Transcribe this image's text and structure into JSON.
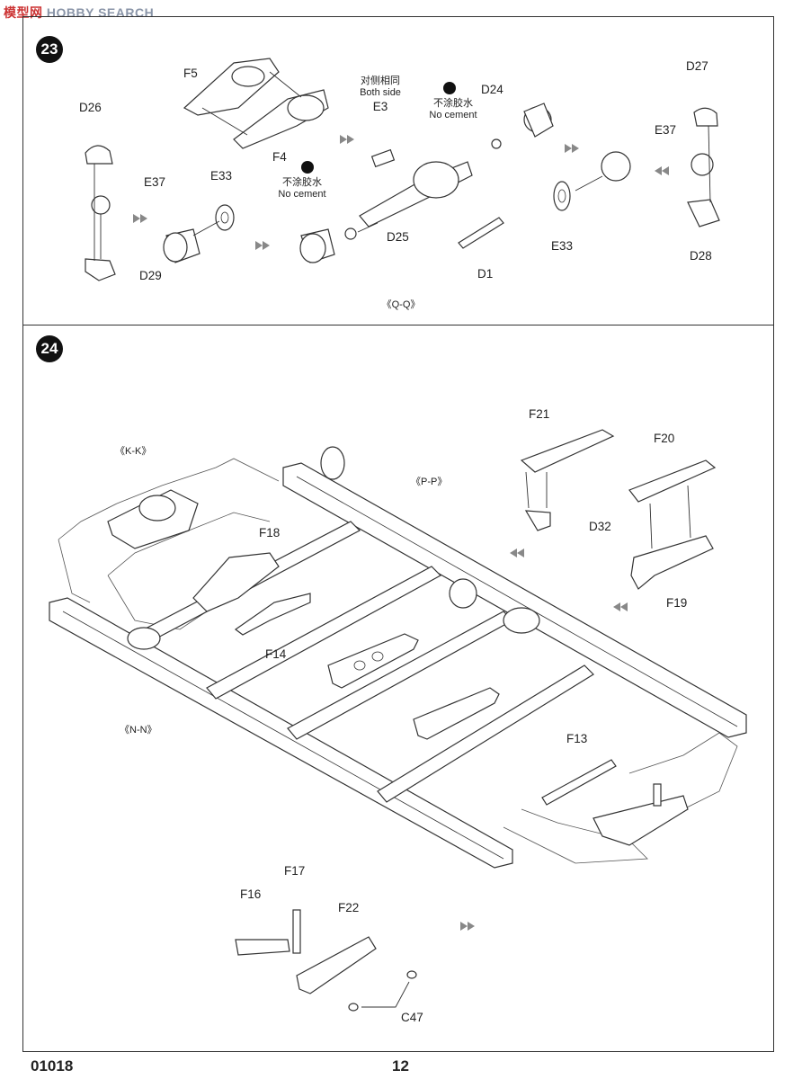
{
  "watermark": {
    "cn": "模型网",
    "en": "HOBBY SEARCH"
  },
  "steps": [
    {
      "number": "23",
      "view_label": "《Q-Q》",
      "notes": {
        "both_side_cn": "对侧相同",
        "both_side_en": "Both side",
        "no_cement_cn": "不涂胶水",
        "no_cement_en": "No cement"
      },
      "parts": [
        "F5",
        "F4",
        "D26",
        "E37",
        "E33",
        "D29",
        "E3",
        "D25",
        "D1",
        "D24",
        "E33",
        "D27",
        "E37",
        "D28"
      ]
    },
    {
      "number": "24",
      "view_labels": [
        "《K-K》",
        "《P-P》",
        "《N-N》"
      ],
      "parts": [
        "F21",
        "F20",
        "D32",
        "F19",
        "F18",
        "F14",
        "F13",
        "F17",
        "F16",
        "F22",
        "C47"
      ]
    }
  ],
  "footer": {
    "code": "01018",
    "page": "12"
  }
}
